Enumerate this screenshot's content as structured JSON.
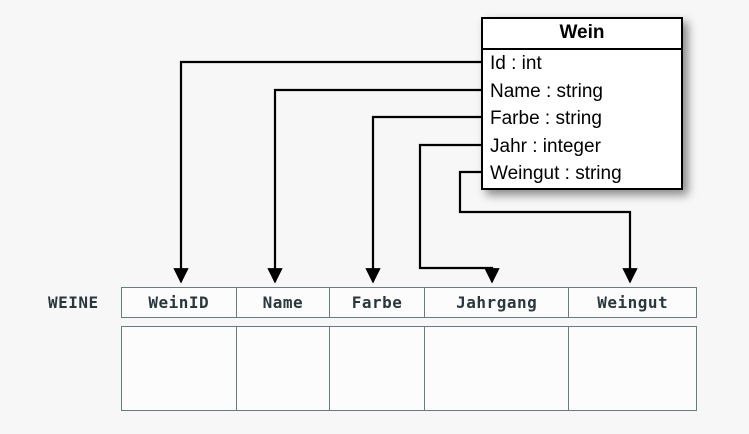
{
  "diagram": {
    "title_hidden": "",
    "uml_class": {
      "name": "Wein",
      "attributes": [
        "Id : int",
        "Name : string",
        "Farbe : string",
        "Jahr : integer",
        "Weingut : string"
      ]
    },
    "relation": {
      "label": "WEINE",
      "columns": [
        "WeinID",
        "Name",
        "Farbe",
        "Jahrgang",
        "Weingut"
      ],
      "rows": [
        [
          "",
          "",
          "",
          "",
          ""
        ]
      ]
    },
    "mappings": [
      {
        "from": "Id : int",
        "to": "WeinID"
      },
      {
        "from": "Name : string",
        "to": "Name"
      },
      {
        "from": "Farbe : string",
        "to": "Farbe"
      },
      {
        "from": "Jahr : integer",
        "to": "Jahrgang"
      },
      {
        "from": "Weingut : string",
        "to": "Weingut"
      }
    ],
    "colors": {
      "background": "#f7f7f7",
      "box_border": "#000000",
      "box_fill": "#ffffff",
      "table_border": "#6a7b80",
      "table_text": "#28383c",
      "connector": "#000000"
    }
  }
}
